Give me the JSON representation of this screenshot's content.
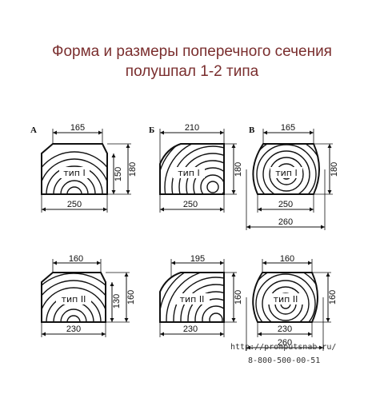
{
  "title": {
    "line1": "Форма и размеры поперечного сечения",
    "line2": "полушпал 1-2 типа"
  },
  "sections": [
    {
      "letter": "А",
      "type": "тип I",
      "top": "165",
      "height": "150",
      "height2": "180",
      "bottom": "250"
    },
    {
      "letter": "Б",
      "type": "тип I",
      "top": "210",
      "height": "180",
      "bottom": "250"
    },
    {
      "letter": "В",
      "type": "тип I",
      "top": "165",
      "height": "180",
      "bottom": "250",
      "bottom2": "260"
    },
    {
      "type": "тип II",
      "top": "160",
      "height": "130",
      "height2": "160",
      "bottom": "230"
    },
    {
      "type": "тип II",
      "top": "195",
      "height": "160",
      "bottom": "230"
    },
    {
      "type": "тип II",
      "top": "160",
      "height": "160",
      "bottom": "230",
      "bottom2": "260"
    }
  ],
  "footer": {
    "url": "http://promputsnab.ru/",
    "phone": "8-800-500-00-51"
  }
}
